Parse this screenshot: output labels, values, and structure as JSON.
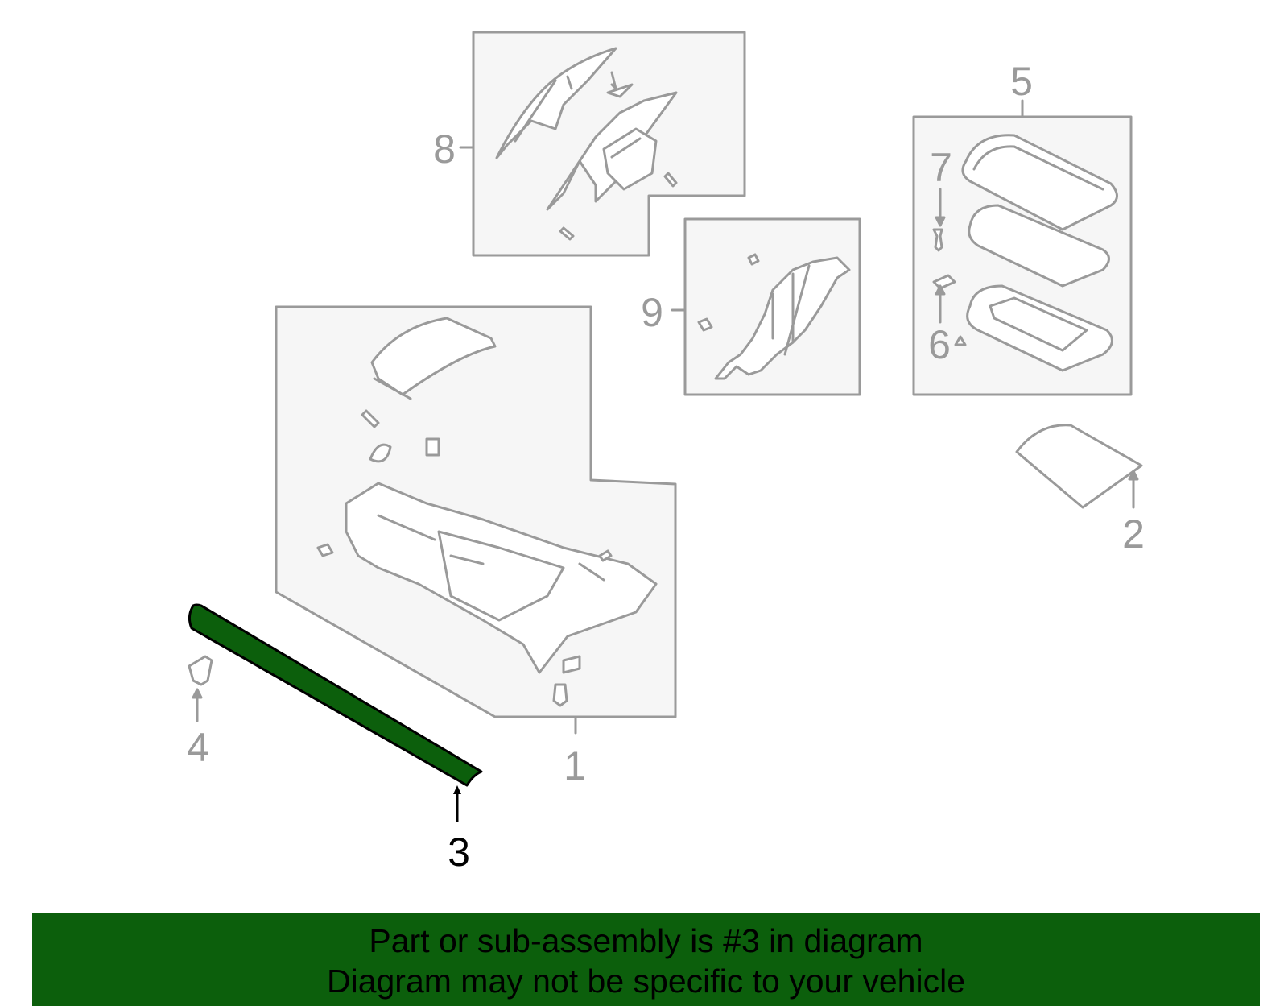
{
  "diagram": {
    "callouts": {
      "c1": "1",
      "c2": "2",
      "c3": "3",
      "c4": "4",
      "c5": "5",
      "c6": "6",
      "c7": "7",
      "c8": "8",
      "c9": "9"
    },
    "highlighted_part": "3",
    "colors": {
      "outline": "#9a9a9a",
      "panel_fill": "#f6f6f6",
      "highlight_fill": "#0c5f0c",
      "highlight_stroke": "#000000"
    }
  },
  "banner": {
    "line1": "Part or sub-assembly is #3 in diagram",
    "line2": "Diagram may not be specific to your vehicle"
  }
}
